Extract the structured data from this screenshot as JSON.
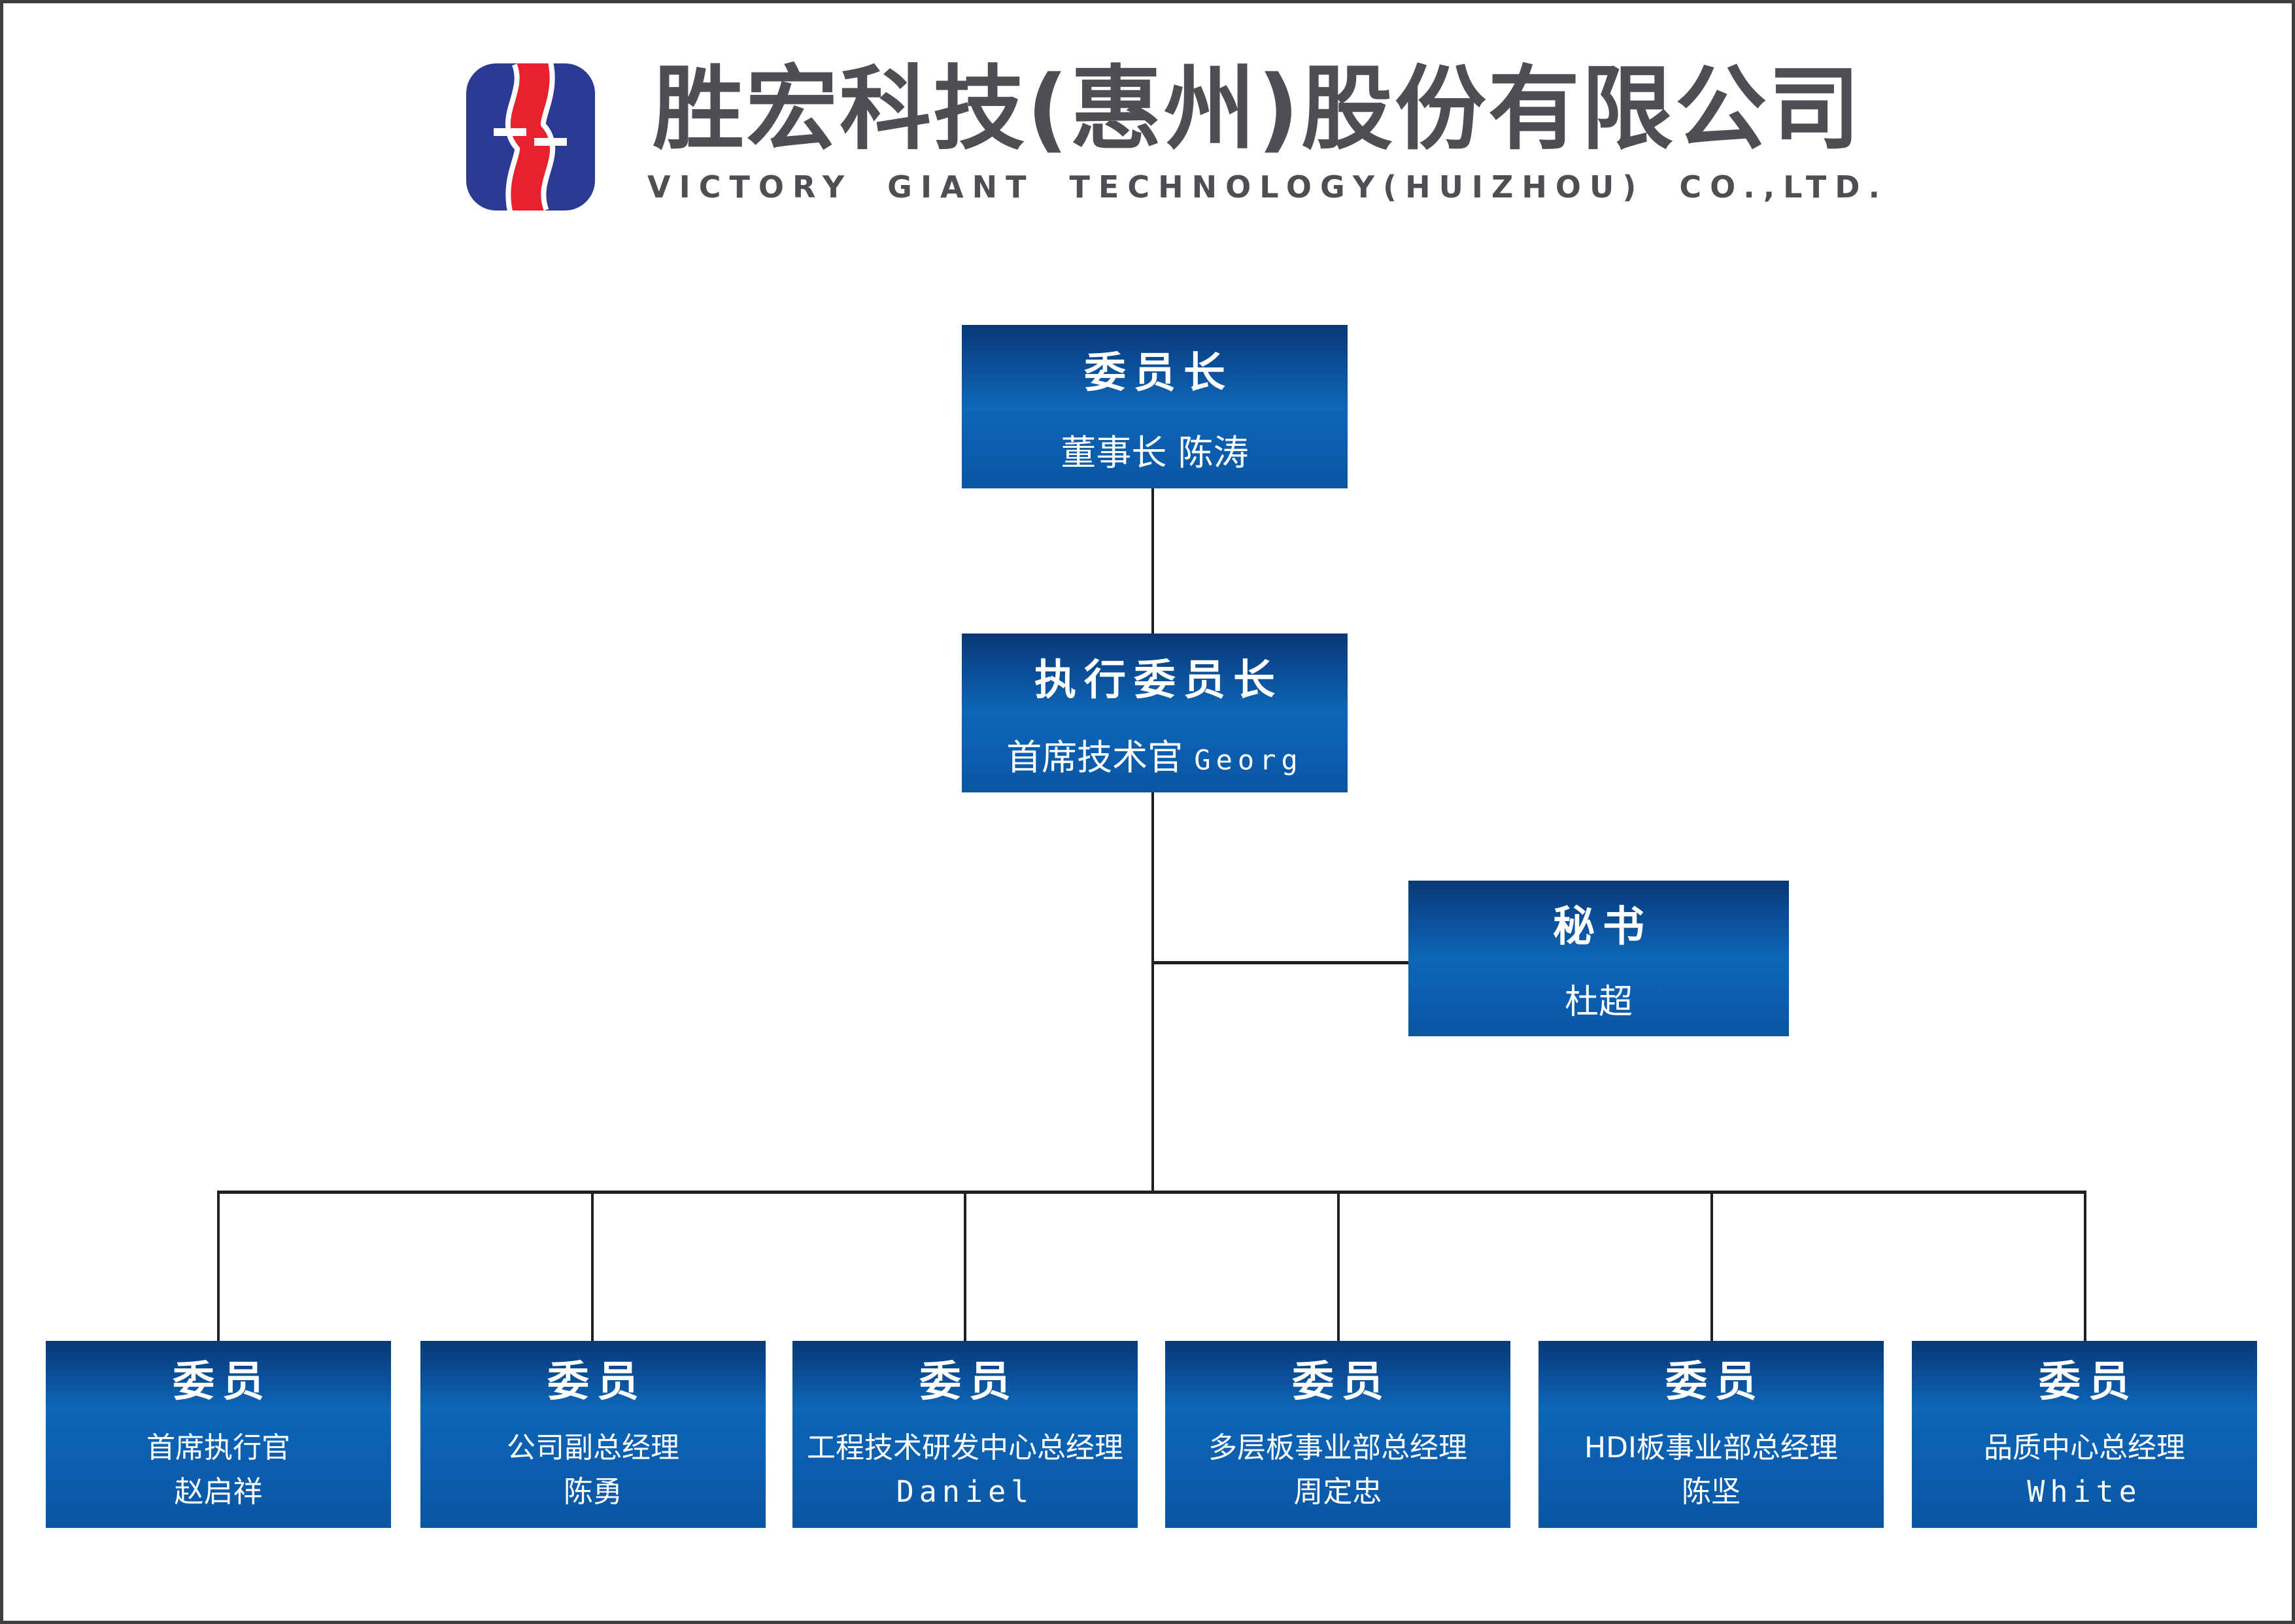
{
  "header": {
    "company_name_zh": "胜宏科技(惠州)股份有限公司",
    "company_name_en": "VICTORY GIANT TECHNOLOGY(HUIZHOU) CO.,LTD.",
    "logo_icon": "s-ribbon-logo"
  },
  "colors": {
    "logo_blue": "#2b3a92",
    "logo_red": "#e8212e",
    "box_gradient_top": "#093a76",
    "box_gradient_bright": "#0d6ab9",
    "box_flat_bottom": "#0a56a2",
    "box_text": "#ffffff",
    "connector_line": "#231f20",
    "header_text": "#4e4f52",
    "frame_border": "#3f4042"
  },
  "org_chart": {
    "chairman": {
      "title": "委员长",
      "subtitle": "董事长 陈涛"
    },
    "executive_chairman": {
      "title": "执行委员长",
      "subtitle_role": "首席技术官",
      "subtitle_name": "Georg"
    },
    "secretary": {
      "title": "秘书",
      "subtitle": "杜超"
    },
    "members": [
      {
        "title": "委员",
        "role": "首席执行官",
        "name": "赵启祥"
      },
      {
        "title": "委员",
        "role": "公司副总经理",
        "name": "陈勇"
      },
      {
        "title": "委员",
        "role": "工程技术研发中心总经理",
        "name": "Daniel"
      },
      {
        "title": "委员",
        "role": "多层板事业部总经理",
        "name": "周定忠"
      },
      {
        "title": "委员",
        "role": "HDI板事业部总经理",
        "name": "陈坚"
      },
      {
        "title": "委员",
        "role": "品质中心总经理",
        "name": "White"
      }
    ]
  }
}
